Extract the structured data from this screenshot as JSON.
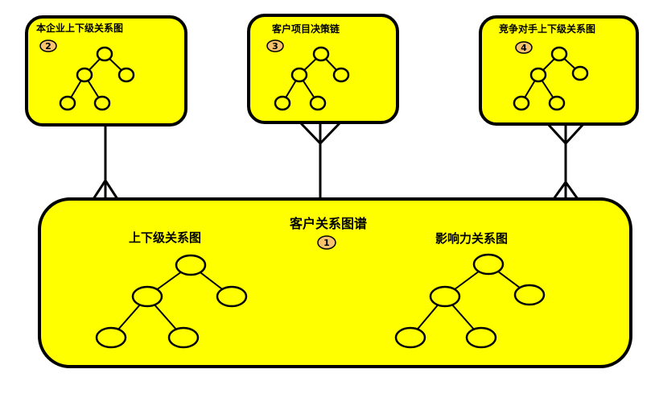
{
  "main_box": {
    "title": "客户关系图谱",
    "badge": "1",
    "left_label": "上下级关系图",
    "right_label": "影响力关系图"
  },
  "boxes": [
    {
      "title": "本企业上下级关系图",
      "badge": "2"
    },
    {
      "title": "客户项目决策链",
      "badge": "3"
    },
    {
      "title": "竞争对手上下级关系图",
      "badge": "4"
    }
  ]
}
